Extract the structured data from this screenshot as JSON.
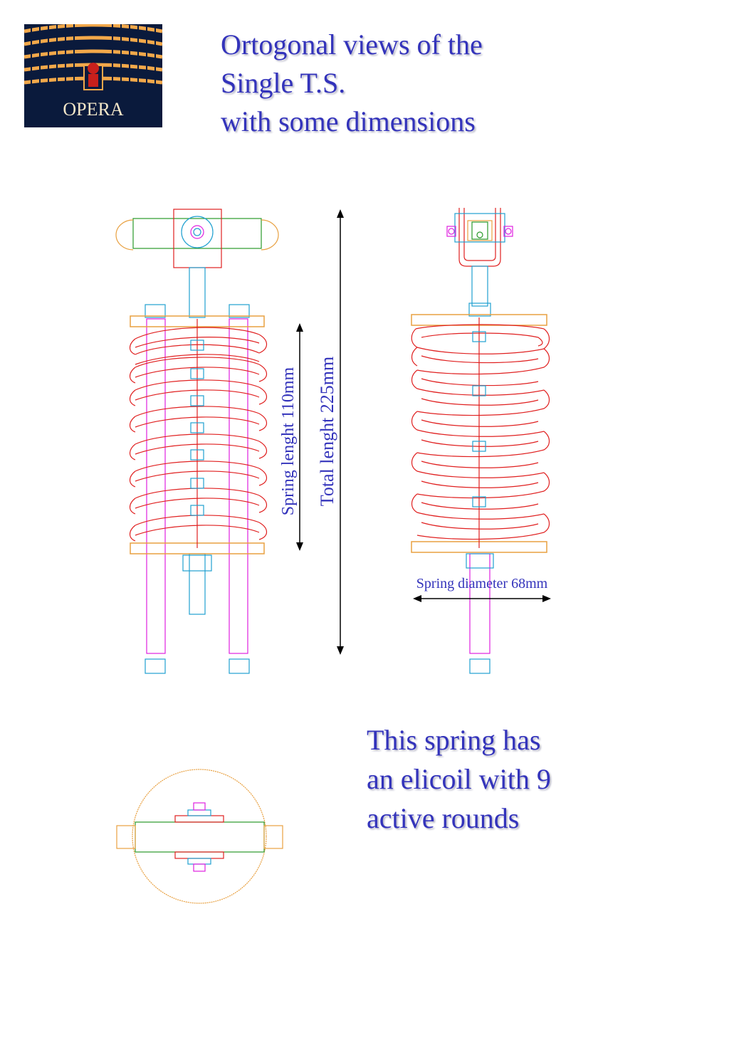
{
  "logo": {
    "text": "OPERA",
    "colors": {
      "background": "#0a1a3c",
      "gold": "#f2a84a",
      "red": "#c8201c"
    }
  },
  "title": {
    "lines": [
      "Ortogonal views of the",
      "Single T.S.",
      "with some dimensions"
    ]
  },
  "dimensions": {
    "spring_length": "Spring lenght 110mm",
    "total_length": "Total lenght 225mm",
    "spring_diameter": "Spring diameter 68mm"
  },
  "note": {
    "lines": [
      "This spring has",
      "an elicoil with 9",
      "active rounds"
    ]
  },
  "colors": {
    "text": "#3333bb",
    "spring": "#e02020",
    "plate": "#e8a040",
    "bracket": "#2a9a2a",
    "rod": "#20a0d0",
    "guide": "#e020e0",
    "dimension": "#000000"
  }
}
